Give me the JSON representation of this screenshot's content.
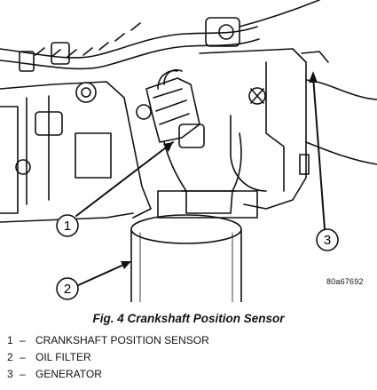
{
  "figure": {
    "code": "80a67692",
    "caption": "Fig. 4 Crankshaft Position Sensor",
    "callouts": [
      "1",
      "2",
      "3"
    ],
    "legend": [
      {
        "num": "1",
        "dash": "–",
        "label": "CRANKSHAFT POSITION SENSOR"
      },
      {
        "num": "2",
        "dash": "–",
        "label": "OIL FILTER"
      },
      {
        "num": "3",
        "dash": "–",
        "label": "GENERATOR"
      }
    ]
  }
}
